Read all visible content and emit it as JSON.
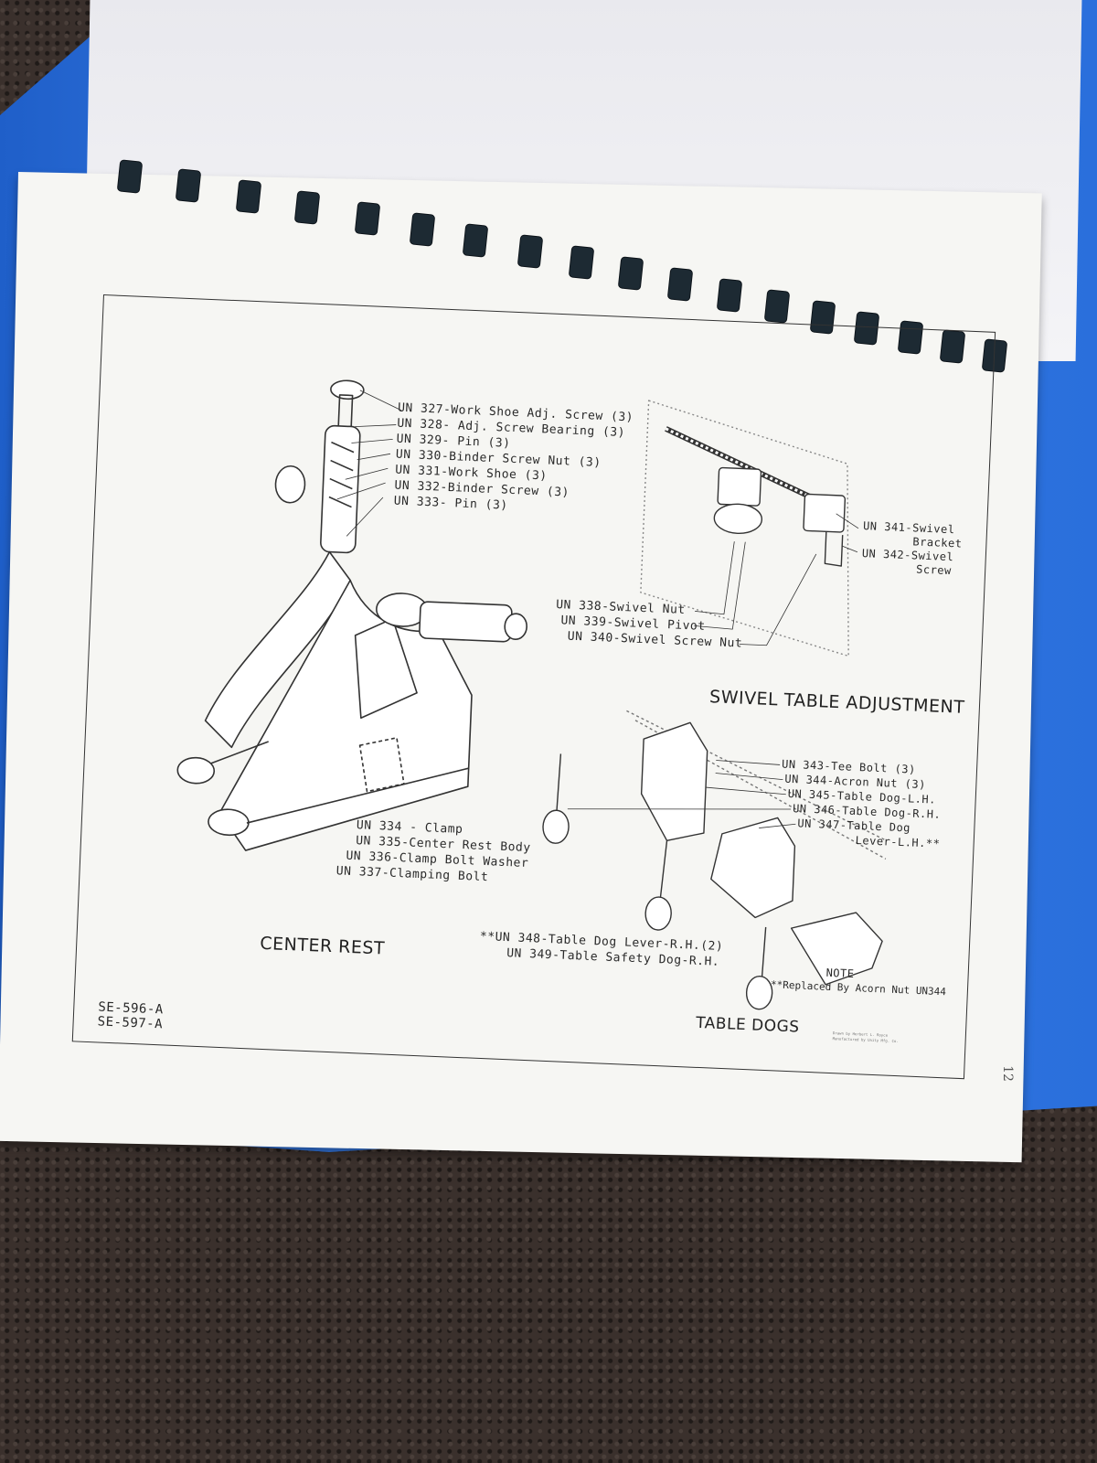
{
  "center_rest": {
    "title": "CENTER REST",
    "parts": [
      "UN 327-Work Shoe Adj. Screw (3)",
      "UN 328- Adj. Screw Bearing (3)",
      "UN 329- Pin (3)",
      "UN 330-Binder Screw Nut (3)",
      "UN 331-Work Shoe (3)",
      "UN 332-Binder Screw (3)",
      "UN 333- Pin (3)",
      "UN 334 - Clamp",
      "UN 335-Center Rest Body",
      "UN 336-Clamp Bolt Washer",
      "UN 337-Clamping Bolt"
    ]
  },
  "swivel_table": {
    "title": "SWIVEL TABLE ADJUSTMENT",
    "parts": [
      "UN 338-Swivel Nut",
      "UN 339-Swivel Pivot",
      "UN 340-Swivel Screw Nut",
      "UN 341-Swivel",
      "Bracket",
      "UN 342-Swivel",
      "Screw"
    ]
  },
  "table_dogs": {
    "title": "TABLE DOGS",
    "parts": [
      "UN 343-Tee Bolt (3)",
      "UN 344-Acron Nut (3)",
      "UN 345-Table Dog-L.H.",
      "UN 346-Table Dog-R.H.",
      "UN 347-Table Dog",
      "Lever-L.H.**",
      "**UN 348-Table Dog Lever-R.H.(2)",
      "UN 349-Table Safety Dog-R.H."
    ],
    "note_title": "NOTE",
    "note_text": "**Replaced By Acorn Nut UN344"
  },
  "drawing_numbers": [
    "SE-596-A",
    "SE-597-A"
  ],
  "credits": [
    "Drawn by Herbert L. Royce",
    "Manufactured by Unity Mfg. Co."
  ],
  "page_number": "12"
}
